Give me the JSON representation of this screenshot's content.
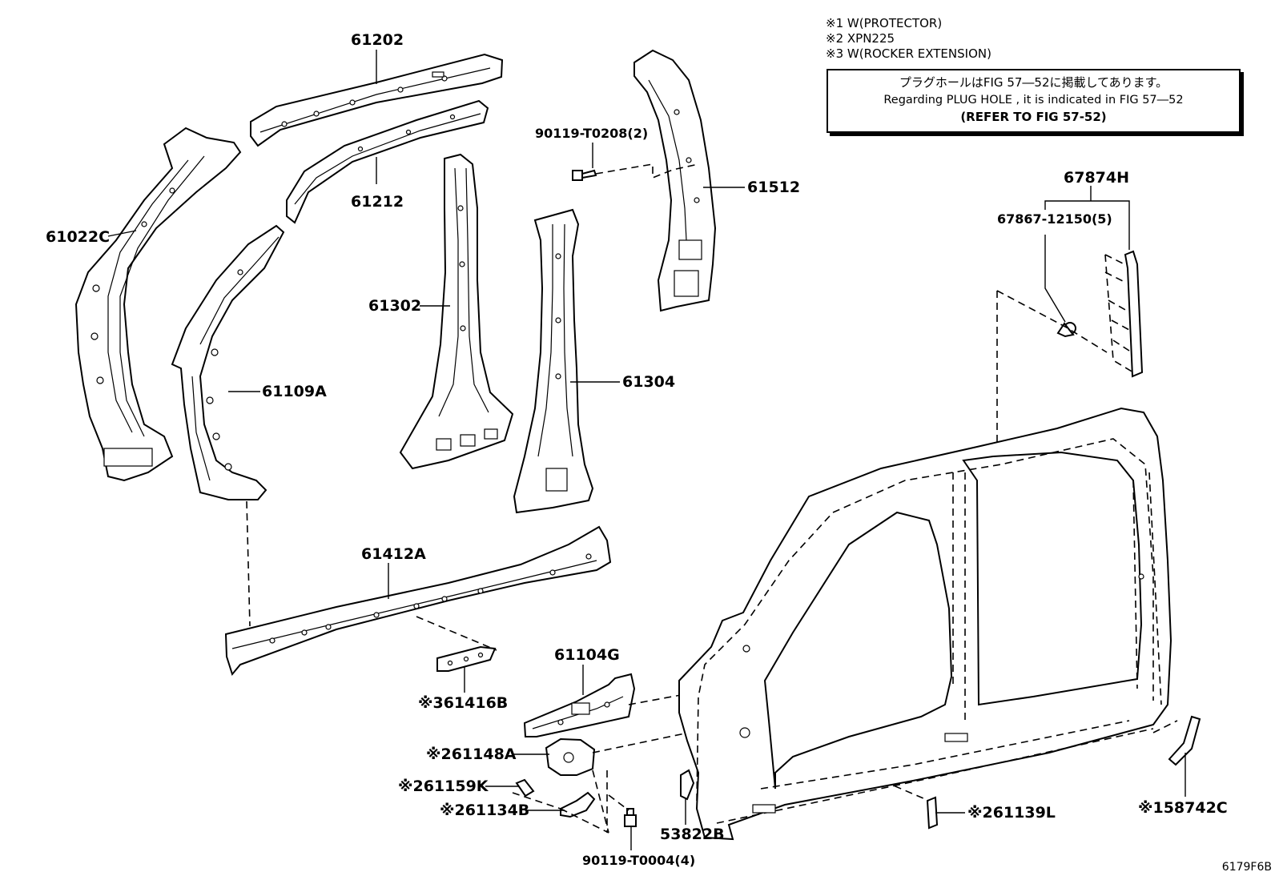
{
  "notes": [
    "※1 W(PROTECTOR)",
    "※2 XPN225",
    "※3 W(ROCKER EXTENSION)"
  ],
  "infobox": {
    "line1": "プラグホールはFIG 57―52に掲載してあります。",
    "line2": "Regarding  PLUG  HOLE , it is indicated in FIG  57―52",
    "line3": "(REFER TO FIG 57-52)"
  },
  "parts": {
    "p61202": "61202",
    "p61212": "61212",
    "p61022C": "61022C",
    "p61109A": "61109A",
    "p61302": "61302",
    "p61304": "61304",
    "p61512": "61512",
    "p90119_T0208": "90119-T0208(2)",
    "p67874H": "67874H",
    "p67867_12150": "67867-12150(5)",
    "p61412A": "61412A",
    "p61416B": "※361416B",
    "p61104G": "61104G",
    "p61148A": "※261148A",
    "p61159K": "※261159K",
    "p61134B": "※261134B",
    "p90119_T0004": "90119-T0004(4)",
    "p53822B": "53822B",
    "p61139L": "※261139L",
    "p58742C": "※158742C"
  },
  "figure_code": "6179F6B"
}
